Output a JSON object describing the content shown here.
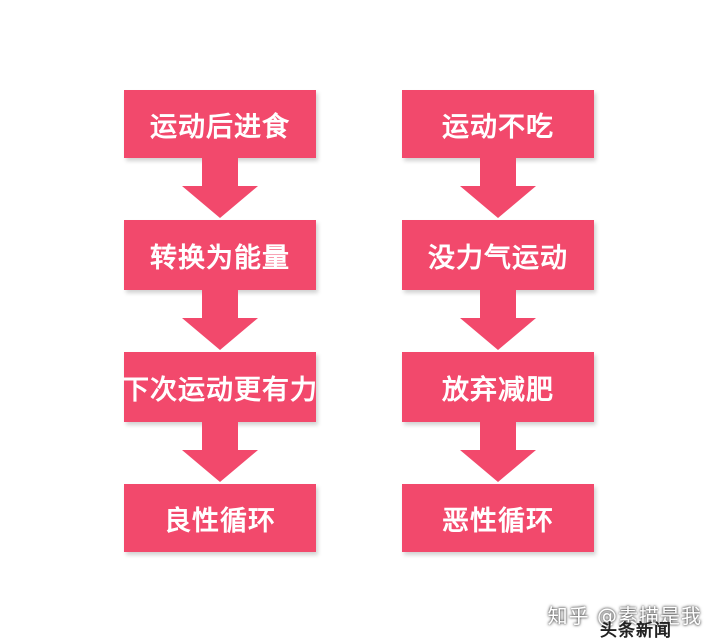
{
  "colors": {
    "box_fill": "#f2496c",
    "arrow_fill": "#f2496c",
    "text": "#ffffff"
  },
  "left_column": {
    "boxes": [
      "运动后进食",
      "转换为能量",
      "下次运动更有力",
      "良性循环"
    ]
  },
  "right_column": {
    "boxes": [
      "运动不吃",
      "没力气运动",
      "放弃减肥",
      "恶性循环"
    ]
  },
  "watermark": {
    "text": "知乎 @素描是我",
    "overlay": "头条新闻"
  }
}
